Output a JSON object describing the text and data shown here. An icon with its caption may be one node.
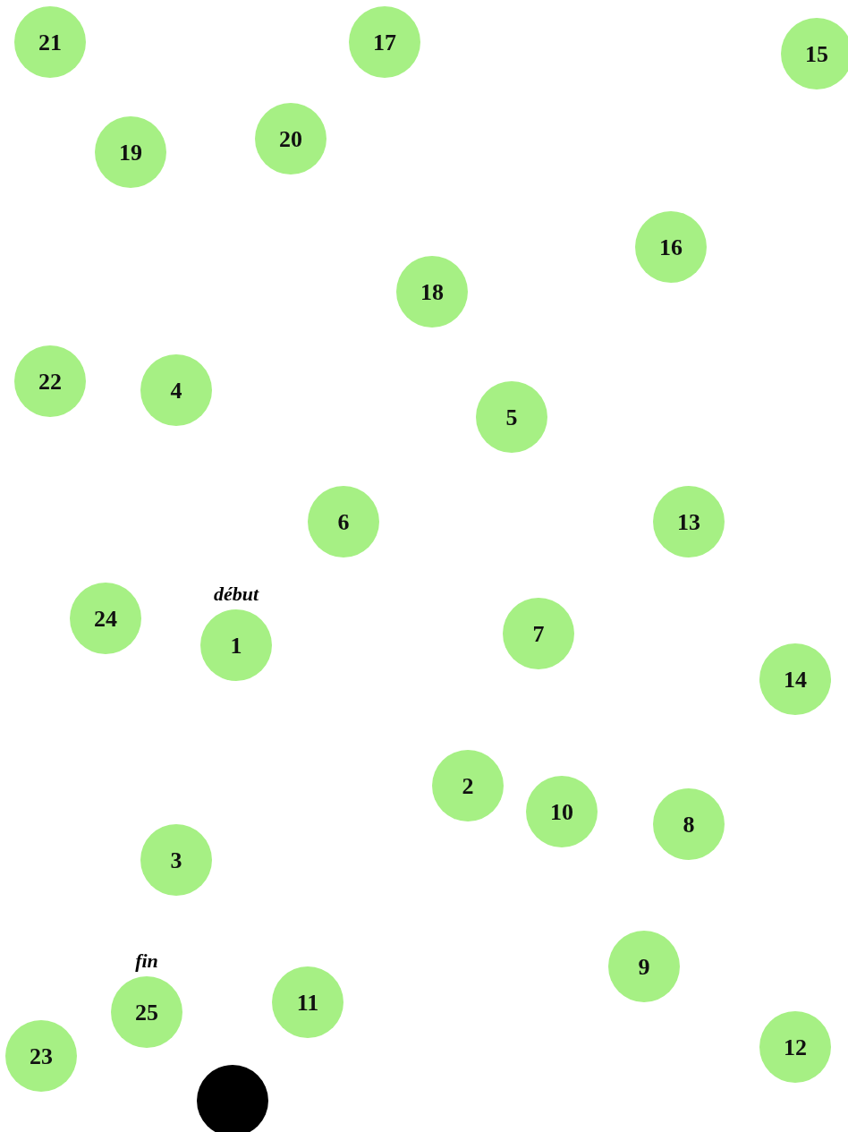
{
  "diagram": {
    "nodes": [
      {
        "text": [
          "21"
        ]
      },
      {
        "text": [
          "17"
        ]
      },
      {
        "text": [
          "15"
        ]
      },
      {
        "text": [
          "20"
        ]
      },
      {
        "text": [
          "19"
        ]
      },
      {
        "text": [
          "16"
        ]
      },
      {
        "text": [
          "18"
        ]
      },
      {
        "text": [
          "22"
        ]
      },
      {
        "text": [
          "4"
        ]
      },
      {
        "text": [
          "5"
        ]
      },
      {
        "text": [
          "6"
        ]
      },
      {
        "text": [
          "13"
        ]
      },
      {
        "text": [
          "24"
        ]
      },
      {
        "text": [
          "7"
        ]
      },
      {
        "text": [
          "1"
        ],
        "beside": [
          "début"
        ]
      },
      {
        "text": [
          "14"
        ]
      },
      {
        "text": [
          "2"
        ]
      },
      {
        "text": [
          "10"
        ]
      },
      {
        "text": [
          "8"
        ]
      },
      {
        "text": [
          "3"
        ]
      },
      {
        "text": [
          "9"
        ]
      },
      {
        "text": [
          "11"
        ]
      },
      {
        "text": [
          "25"
        ],
        "beside": [
          "fin"
        ]
      },
      {
        "text": [
          "12"
        ]
      },
      {
        "text": [
          "23"
        ]
      },
      {
        "text": [],
        "shape": "circle"
      }
    ]
  }
}
